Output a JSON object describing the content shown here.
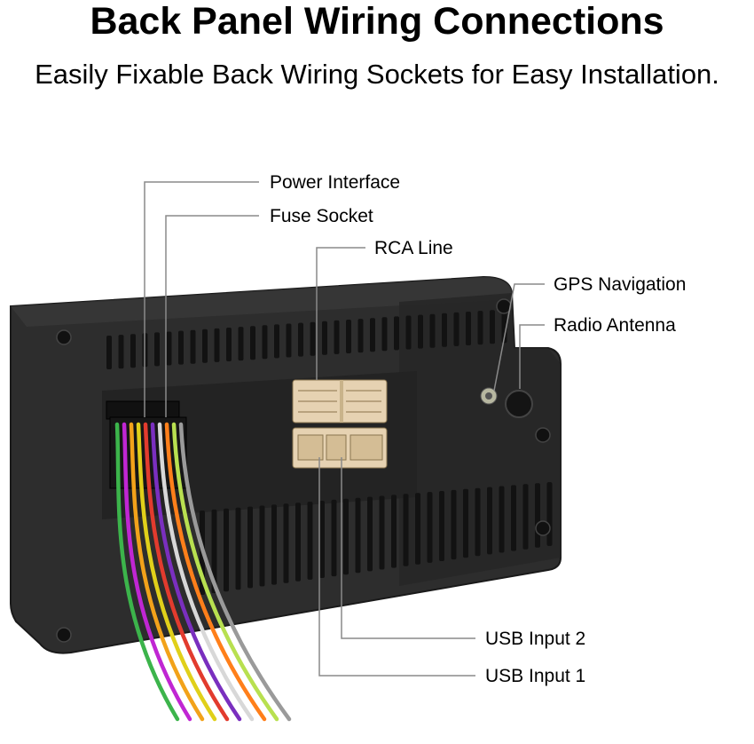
{
  "header": {
    "title": "Back Panel Wiring Connections",
    "subtitle": "Easily Fixable Back Wiring Sockets for Easy Installation."
  },
  "callouts": {
    "power_interface": "Power Interface",
    "fuse_socket": "Fuse Socket",
    "rca_line": "RCA Line",
    "gps_navigation": "GPS Navigation",
    "radio_antenna": "Radio Antenna",
    "usb_input_2": "USB Input 2",
    "usb_input_1": "USB Input 1"
  },
  "colors": {
    "housing": "#2b2b2b",
    "housing_dark": "#1a1a1a",
    "connector": "#e6d2b2",
    "leader_line": "#8a8a8a",
    "wires": [
      "#3cb44b",
      "#c026d3",
      "#f2a21a",
      "#e0d01a",
      "#e23b2e",
      "#7a2fbf",
      "#d8d8d8",
      "#ff7f1a",
      "#b8e050",
      "#9a9a9a"
    ]
  }
}
